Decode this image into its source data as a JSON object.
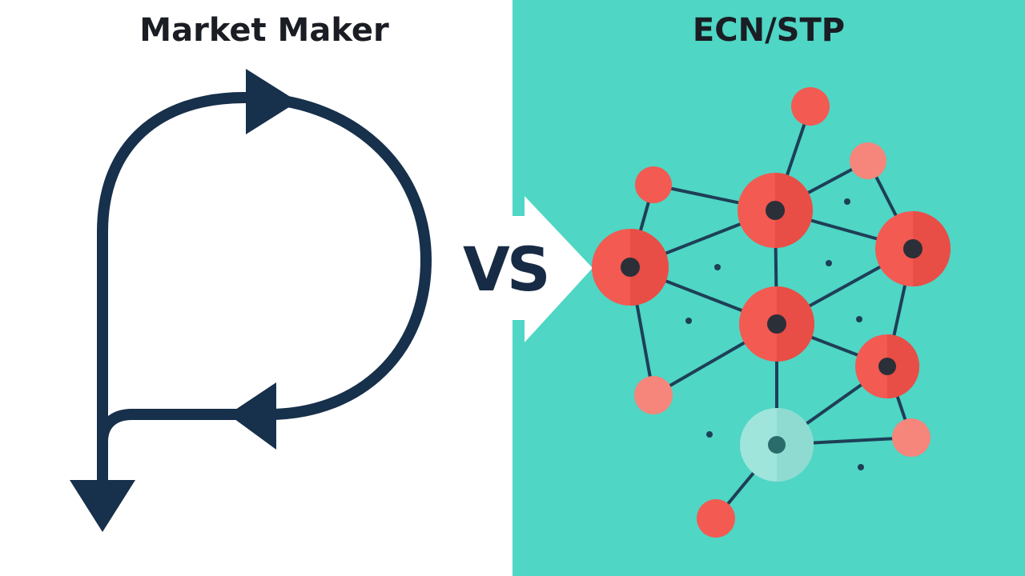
{
  "left": {
    "title": "Market Maker"
  },
  "right": {
    "title": "ECN/STP"
  },
  "center": {
    "label": "VS"
  },
  "colors": {
    "left_background": "#ffffff",
    "right_background": "#4fd6c4",
    "loop_stroke": "#17304b",
    "node_fill": "#f25a52",
    "node_light_fill": "#f6857b",
    "node_core": "#2b2f38",
    "node_faded_fill": "#9fe5dc",
    "edge_stroke": "#1e3f57",
    "arrow_fill": "#ffffff",
    "title_text": "#1a1d24",
    "vs_text": "#182b45"
  }
}
